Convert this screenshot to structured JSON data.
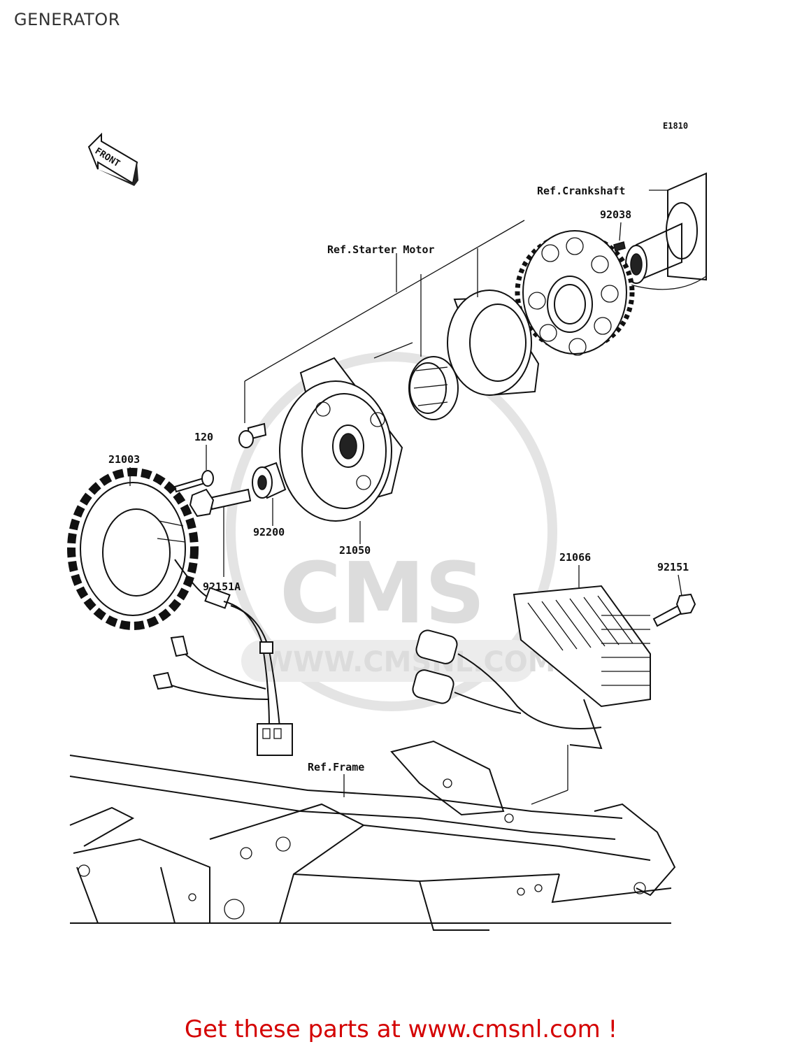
{
  "page": {
    "title": "GENERATOR",
    "footer": "Get these parts at www.cmsnl.com !"
  },
  "diagram": {
    "code": "E1810",
    "orientation": "FRONT",
    "watermark": {
      "logo": "CMS",
      "url": "WWW.CMSNL.COM"
    },
    "labels": {
      "ref_crankshaft": "Ref.Crankshaft",
      "ref_starter_motor": "Ref.Starter Motor",
      "ref_frame": "Ref.Frame",
      "p92038": "92038",
      "p120": "120",
      "p21003": "21003",
      "p92200": "92200",
      "p92151A": "92151A",
      "p21050": "21050",
      "p21066": "21066",
      "p92151": "92151"
    }
  },
  "colors": {
    "footer_text": "#d40000",
    "watermark": "#dcdcdc",
    "line": "#111111"
  }
}
